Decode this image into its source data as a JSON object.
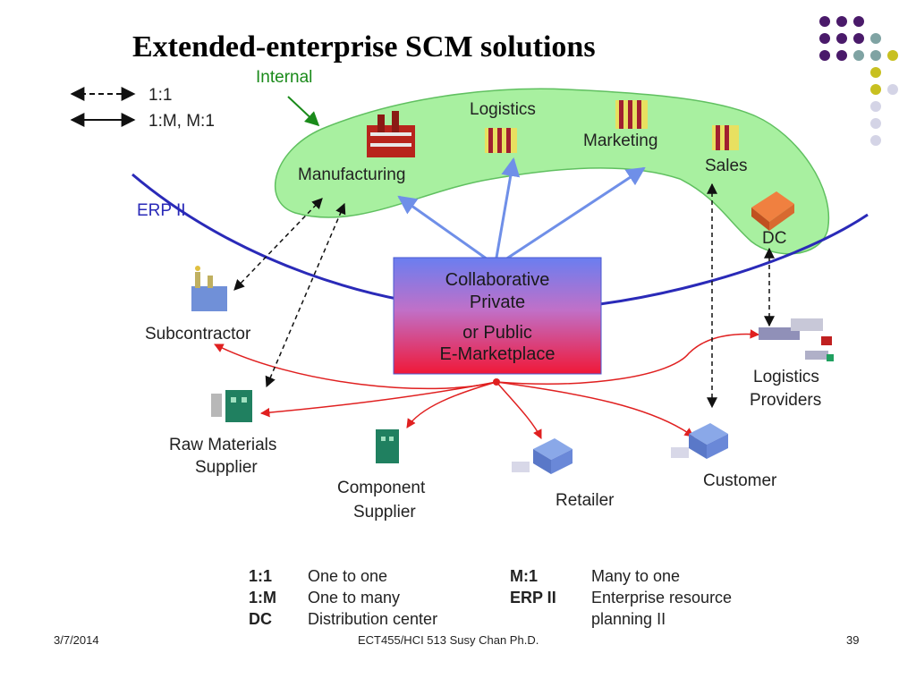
{
  "slide": {
    "title": "Extended-enterprise SCM solutions"
  },
  "legend": {
    "one_to_one": "1:1",
    "one_to_many": "1:M, M:1"
  },
  "diagram": {
    "internal_label": "Internal",
    "erp_label": "ERP II",
    "manufacturing": "Manufacturing",
    "logistics": "Logistics",
    "marketing": "Marketing",
    "sales": "Sales",
    "dc": "DC",
    "marketplace_line1": "Collaborative",
    "marketplace_line2": "Private",
    "marketplace_line3": "or Public",
    "marketplace_line4": "E-Marketplace",
    "subcontractor": "Subcontractor",
    "raw_materials_line1": "Raw Materials",
    "raw_materials_line2": "Supplier",
    "component_line1": "Component",
    "component_line2": "Supplier",
    "retailer": "Retailer",
    "customer": "Customer",
    "logistics_providers_line1": "Logistics",
    "logistics_providers_line2": "Providers"
  },
  "glossary": [
    {
      "term": "1:1",
      "definition": "One to one"
    },
    {
      "term": "1:M",
      "definition": "One to many"
    },
    {
      "term": "DC",
      "definition": "Distribution center"
    },
    {
      "term": "M:1",
      "definition": "Many to one"
    },
    {
      "term": "ERP II",
      "definition": "Enterprise resource"
    },
    {
      "term": "",
      "definition": "planning II"
    }
  ],
  "footer": {
    "date": "3/7/2014",
    "course": "ECT455/HCI 513 Susy Chan Ph.D.",
    "page": "39"
  },
  "colors": {
    "internal_fill": "#a8f0a0",
    "erp_curve": "#2a2ab8",
    "arrow_blue": "#6f8fe8",
    "arrow_red": "#e02020",
    "accent_purple": "#4a1a6a",
    "accent_teal": "#7fa3a3",
    "accent_yellow": "#c8c020",
    "accent_lavender": "#d4d4e6"
  }
}
